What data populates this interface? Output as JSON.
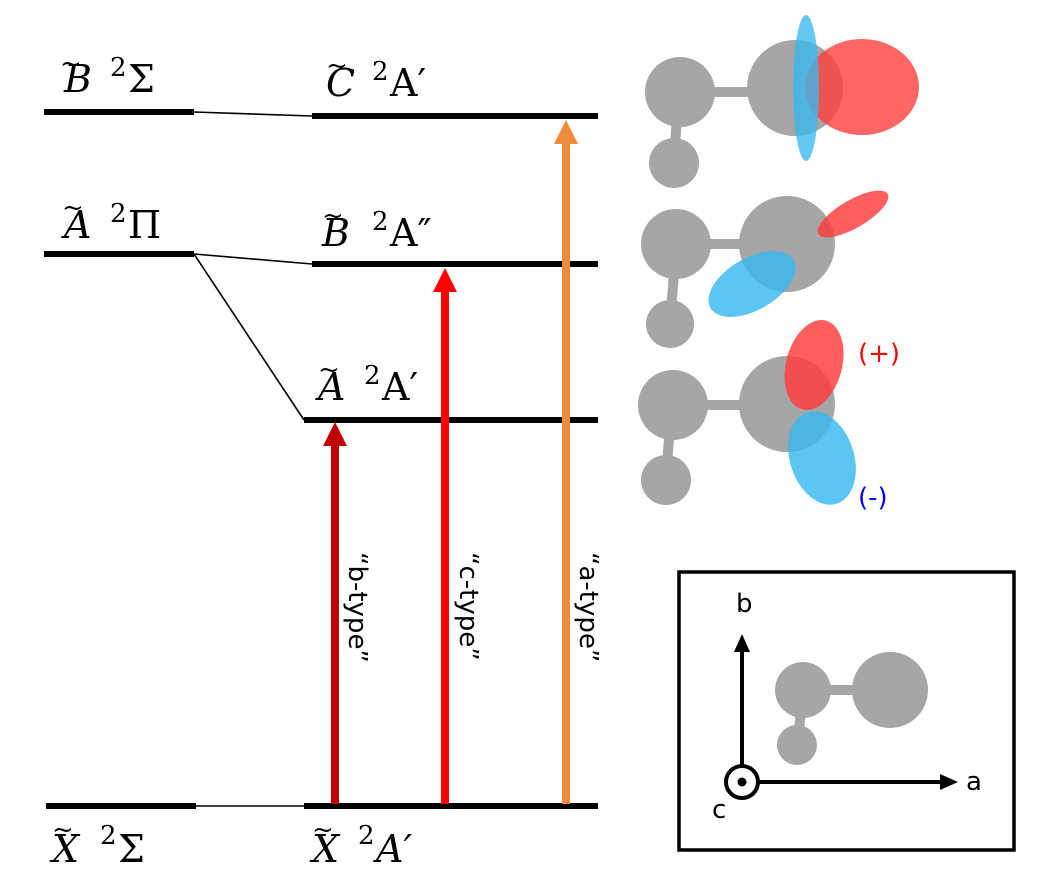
{
  "colors": {
    "atom_gray": "#a6a6a6",
    "lobe_red": "#ff5a5a",
    "lobe_blue": "#4fc3f2",
    "arrow_b": "#c00000",
    "arrow_c": "#ff0000",
    "arrow_a": "#f08a3c",
    "plus_text": "#ff0000",
    "minus_text": "#0000ff"
  },
  "left_levels": {
    "B_sigma": {
      "base": "B",
      "sup": "2",
      "term": "Σ"
    },
    "A_pi": {
      "base": "A",
      "sup": "2",
      "term": "Π"
    },
    "X_sigma": {
      "base": "X",
      "sup": "2",
      "term": "Σ"
    }
  },
  "right_levels": {
    "C_Aprime": {
      "base": "C",
      "sup": "2",
      "term": "A′"
    },
    "B_Adoubleprime": {
      "base": "B",
      "sup": "2",
      "term": "A″"
    },
    "A_Aprime": {
      "base": "A",
      "sup": "2",
      "term": "A′"
    },
    "X_Aprime": {
      "base": "X",
      "sup": "2",
      "term": "A′"
    }
  },
  "transitions": [
    {
      "name": "b",
      "label": "“b-type”",
      "color": "#c00000"
    },
    {
      "name": "c",
      "label": "“c-type”",
      "color": "#ff0000"
    },
    {
      "name": "a",
      "label": "“a-type”",
      "color": "#f08a3c"
    }
  ],
  "signs": {
    "plus": "(+)",
    "minus": "(-)"
  },
  "axes": {
    "a": "a",
    "b": "b",
    "c": "c"
  }
}
